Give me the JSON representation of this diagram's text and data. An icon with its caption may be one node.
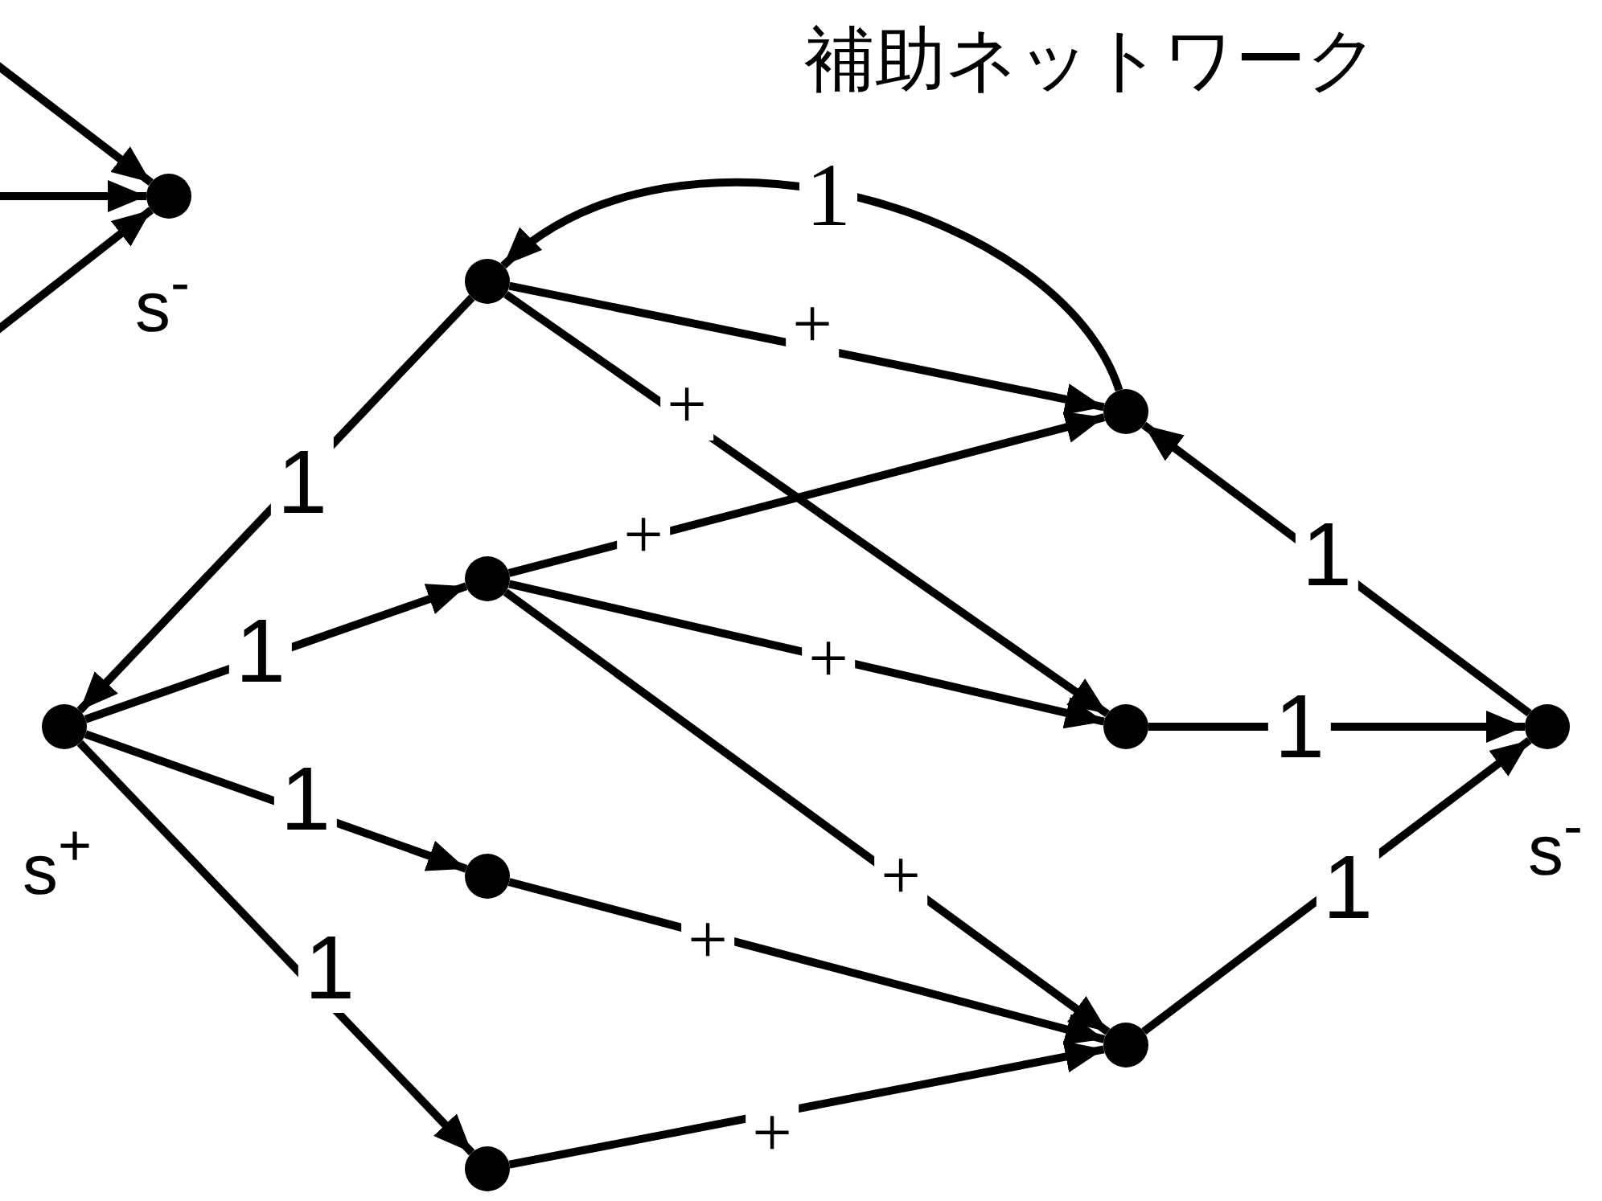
{
  "diagram": {
    "title": "補助ネットワーク",
    "nodes": [
      {
        "text": [],
        "shape": "circle",
        "beside": [
          "s$^{-}$"
        ]
      },
      {
        "text": [],
        "shape": "circle"
      },
      {
        "text": [],
        "shape": "circle"
      },
      {
        "text": [],
        "shape": "circle",
        "beside": [
          "s$^{+}$"
        ]
      },
      {
        "text": [],
        "shape": "circle"
      },
      {
        "text": [],
        "shape": "circle"
      },
      {
        "text": [],
        "shape": "circle"
      },
      {
        "text": [],
        "shape": "circle"
      },
      {
        "text": [],
        "shape": "circle"
      },
      {
        "text": [],
        "shape": "circle",
        "beside": [
          "s$^{-}$"
        ]
      }
    ],
    "edges": [
      {
        "from": null,
        "to": 0,
        "arrow": "to"
      },
      {
        "from": null,
        "to": 0,
        "arrow": "to"
      },
      {
        "from": null,
        "to": 0,
        "arrow": "to"
      },
      {
        "from": 6,
        "to": 1,
        "arrow": "to",
        "label": "1"
      },
      {
        "from": 1,
        "to": 3,
        "arrow": "to",
        "label": "1"
      },
      {
        "from": 3,
        "to": 2,
        "arrow": "to",
        "label": "1"
      },
      {
        "from": 3,
        "to": 4,
        "arrow": "to",
        "label": "1"
      },
      {
        "from": 3,
        "to": 5,
        "arrow": "to",
        "label": "1"
      },
      {
        "from": 1,
        "to": 6,
        "arrow": "to",
        "label": "+"
      },
      {
        "from": 1,
        "to": 7,
        "arrow": "to",
        "label": "+"
      },
      {
        "from": 2,
        "to": 6,
        "arrow": "to",
        "label": "+"
      },
      {
        "from": 2,
        "to": 7,
        "arrow": "to",
        "label": "+"
      },
      {
        "from": 2,
        "to": 8,
        "arrow": "to",
        "label": "+"
      },
      {
        "from": 4,
        "to": 8,
        "arrow": "to",
        "label": "+"
      },
      {
        "from": 5,
        "to": 8,
        "arrow": "to",
        "label": "+"
      },
      {
        "from": 7,
        "to": 9,
        "arrow": "to",
        "label": "1"
      },
      {
        "from": 8,
        "to": 9,
        "arrow": "to",
        "label": "1"
      },
      {
        "from": 9,
        "to": 6,
        "arrow": "to",
        "label": "1"
      }
    ]
  }
}
